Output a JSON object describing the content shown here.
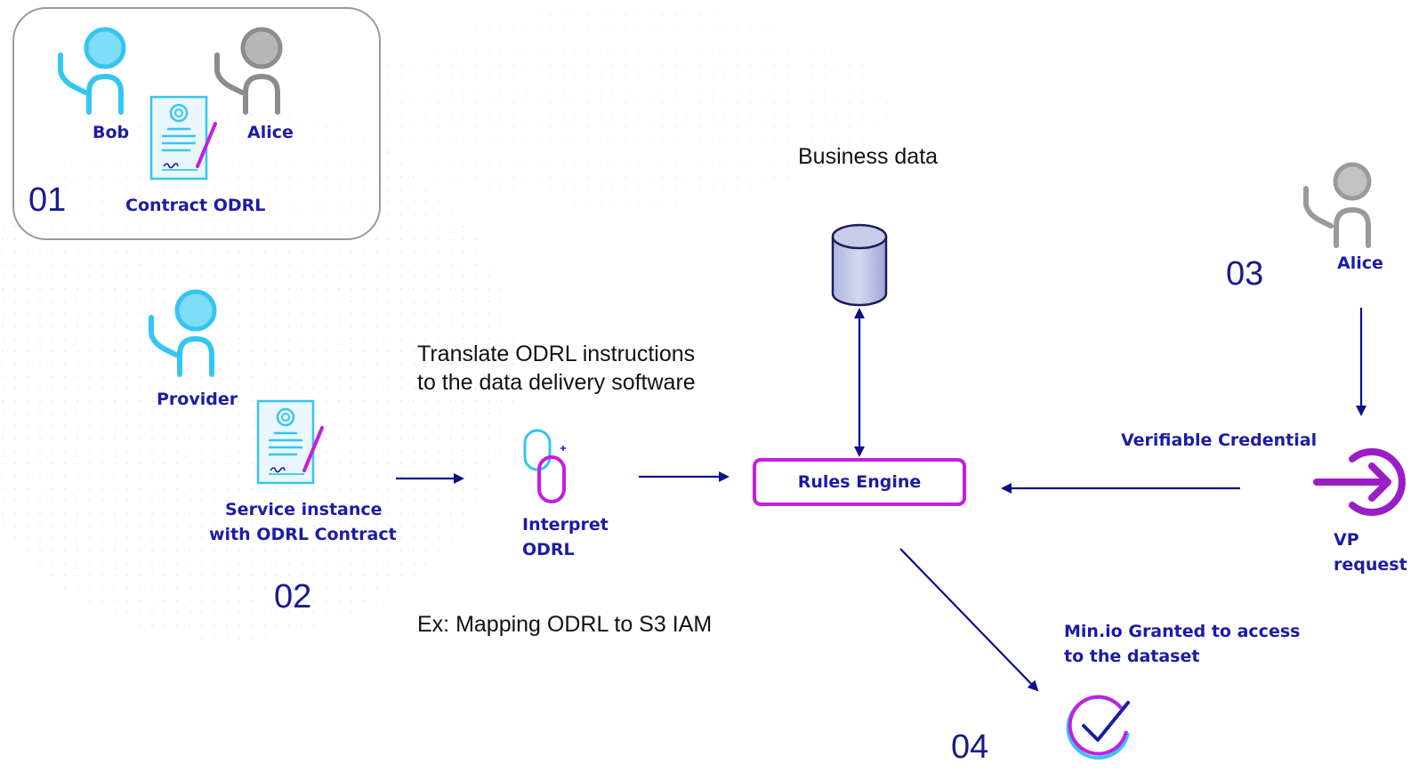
{
  "step1": {
    "number": "01",
    "person_bob": "Bob",
    "person_alice": "Alice",
    "contract_label": "Contract ODRL"
  },
  "step2": {
    "number": "02",
    "provider_label": "Provider",
    "service_label_line1": "Service instance",
    "service_label_line2": "with ODRL Contract"
  },
  "interpret": {
    "heading_line1": "Translate ODRL instructions",
    "heading_line2": "to the data delivery software",
    "label_line1": "Interpret",
    "label_line2": "ODRL",
    "example": "Ex: Mapping ODRL to S3 IAM"
  },
  "business": {
    "label": "Business data"
  },
  "rules_engine": {
    "label": "Rules Engine"
  },
  "step3": {
    "number": "03",
    "person_alice": "Alice",
    "credential_label": "Verifiable Credential",
    "vp_label_line1": "VP",
    "vp_label_line2": "request"
  },
  "step4": {
    "number": "04",
    "granted_line1": "Min.io Granted to access",
    "granted_line2": "to the dataset"
  },
  "colors": {
    "navy": "#1c1ca4",
    "arrow": "#0e0e8a",
    "magenta": "#c21fe0",
    "cyan": "#35c6f0",
    "gray": "#9a9a9a"
  }
}
